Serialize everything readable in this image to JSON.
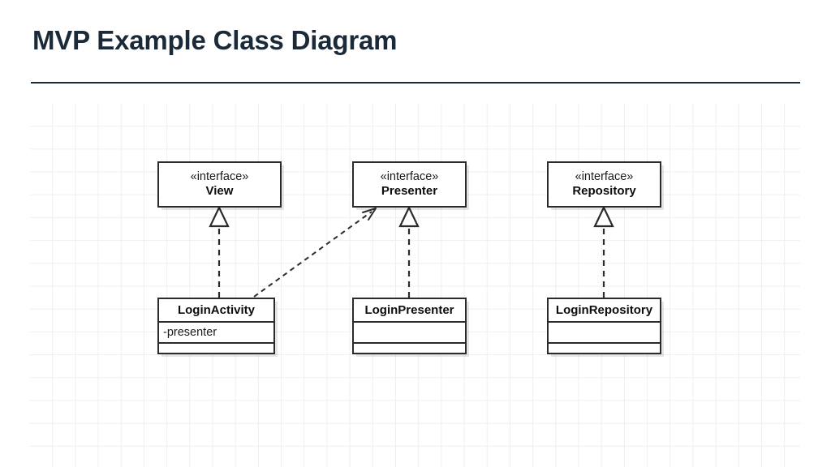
{
  "slide": {
    "title": "MVP Example Class Diagram"
  },
  "diagram": {
    "type": "uml-class-diagram",
    "interfaces": [
      {
        "id": "view",
        "stereotype": "«interface»",
        "name": "View"
      },
      {
        "id": "presenter",
        "stereotype": "«interface»",
        "name": "Presenter"
      },
      {
        "id": "repository",
        "stereotype": "«interface»",
        "name": "Repository"
      }
    ],
    "classes": [
      {
        "id": "loginactivity",
        "name": "LoginActivity",
        "attributes": [
          "-presenter"
        ],
        "operations": []
      },
      {
        "id": "loginpresenter",
        "name": "LoginPresenter",
        "attributes": [
          ""
        ],
        "operations": []
      },
      {
        "id": "loginrepository",
        "name": "LoginRepository",
        "attributes": [
          ""
        ],
        "operations": []
      }
    ],
    "relationships": [
      {
        "kind": "realization",
        "from": "LoginActivity",
        "to": "View",
        "line": "dashed",
        "arrowhead": "hollow-triangle"
      },
      {
        "kind": "realization",
        "from": "LoginPresenter",
        "to": "Presenter",
        "line": "dashed",
        "arrowhead": "hollow-triangle"
      },
      {
        "kind": "realization",
        "from": "LoginRepository",
        "to": "Repository",
        "line": "dashed",
        "arrowhead": "hollow-triangle"
      },
      {
        "kind": "dependency",
        "from": "LoginActivity",
        "to": "Presenter",
        "line": "dashed",
        "arrowhead": "open-arrow"
      }
    ],
    "colors": {
      "stroke": "#2b2b2b",
      "background": "#ffffff",
      "grid": "#efeff1",
      "title": "#1b2a38"
    }
  }
}
